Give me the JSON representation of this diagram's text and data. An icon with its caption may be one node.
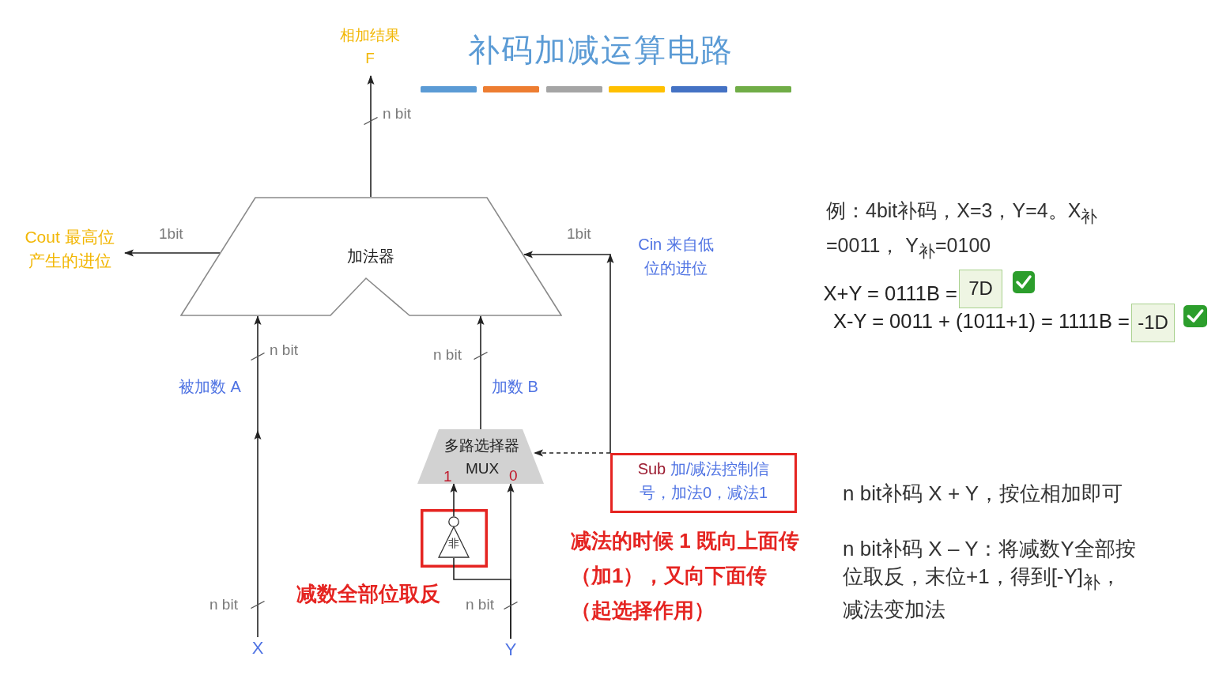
{
  "diagram": {
    "title": "补码加减运算电路",
    "nodes": [
      {
        "text": [
          "相加结果 F"
        ]
      },
      {
        "text": [
          "Cout 最高位产生的进位"
        ]
      },
      {
        "text": [
          "加法器"
        ]
      },
      {
        "text": [
          "7D"
        ],
        "beside": [
          "X+Y = 0111B ="
        ]
      },
      {
        "text": [
          "-1D"
        ],
        "beside": [
          "X-Y = 0011 + (1011+1) = 1111B ="
        ]
      },
      {
        "text": [
          "多路选择器",
          "MUX",
          "1",
          "0"
        ]
      },
      {
        "text": [
          "Sub 加/减法控制信号，加法0，减法1"
        ]
      },
      {
        "text": [
          "非"
        ],
        "beside": [
          "减数全部位取反"
        ]
      },
      {
        "text": [
          "X"
        ]
      },
      {
        "text": [
          "Y"
        ]
      }
    ],
    "edges": [
      {
        "from": 2,
        "to": 0,
        "arrow": "to",
        "label": "n bit"
      },
      {
        "from": 2,
        "to": 1,
        "arrow": "to",
        "label": "1bit"
      },
      {
        "from": 6,
        "to": 2,
        "arrow": "to",
        "label": "1bit"
      },
      {
        "from": 8,
        "to": 2,
        "arrow": "to",
        "label": "n bit"
      },
      {
        "from": 5,
        "to": 2,
        "arrow": "to",
        "label": "n bit"
      },
      {
        "from": 6,
        "to": 5,
        "arrow": "to",
        "style": "dashed"
      },
      {
        "from": 7,
        "to": 5,
        "arrow": "to"
      },
      {
        "from": 9,
        "to": 5,
        "arrow": "to",
        "label": "n bit"
      },
      {
        "from": 9,
        "to": 7,
        "arrow": "none"
      }
    ],
    "labels": [
      "Cin 来自低位的进位",
      "例：4bit补码，X=3，Y=4。X$_{补}$=0011， Y$_{补}$=0100",
      "被加数 A",
      "加数 B",
      "n bit补码 X + Y，按位相加即可",
      "减法的时候 1 既向上面传（加1），又向下面传（起选择作用）",
      "n bit补码 X – Y：将减数Y全部按位取反，末位+1，得到[-Y]$_{补}$，减法变加法",
      "n bit"
    ]
  }
}
